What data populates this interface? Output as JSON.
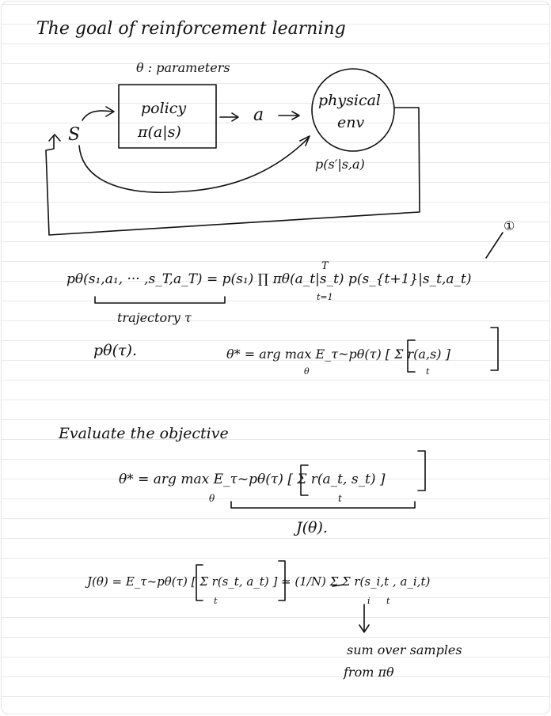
{
  "title": "The goal of reinforcement learning",
  "diagram": {
    "theta_label": "θ : parameters",
    "state": "S",
    "policy_line1": "policy",
    "policy_line2": "π(a|s)",
    "action": "a",
    "env_line1": "physical",
    "env_line2": "env",
    "transition": "p(s′|s,a)"
  },
  "marker": "①",
  "trajectory": {
    "equation": "pθ(s₁,a₁, ··· ,s_T,a_T) = p(s₁) ∏ πθ(a_t|s_t) p(s_{t+1}|s_t,a_t)",
    "prod_top": "T",
    "prod_bottom": "t=1",
    "underbrace_label": "trajectory τ",
    "p_tau": "pθ(τ).",
    "theta_star": "θ* = arg max E_τ~pθ(τ) [ Σ r(a,s) ]",
    "argmax_sub": "θ",
    "sum_sub": "t"
  },
  "objective": {
    "heading": "Evaluate the objective",
    "theta_star": "θ* = arg max E_τ~pθ(τ) [ Σ r(a_t, s_t) ]",
    "argmax_sub": "θ",
    "sum_sub": "t",
    "underbrace_label": "J(θ).",
    "estimate": "J(θ) = E_τ~pθ(τ) [ Σ r(s_t, a_t) ] ≃ (1/N) Σ Σ r(s_i,t , a_i,t)",
    "sum_i": "i",
    "sum_t": "t",
    "note_line1": "sum over samples",
    "note_line2": "from πθ"
  }
}
